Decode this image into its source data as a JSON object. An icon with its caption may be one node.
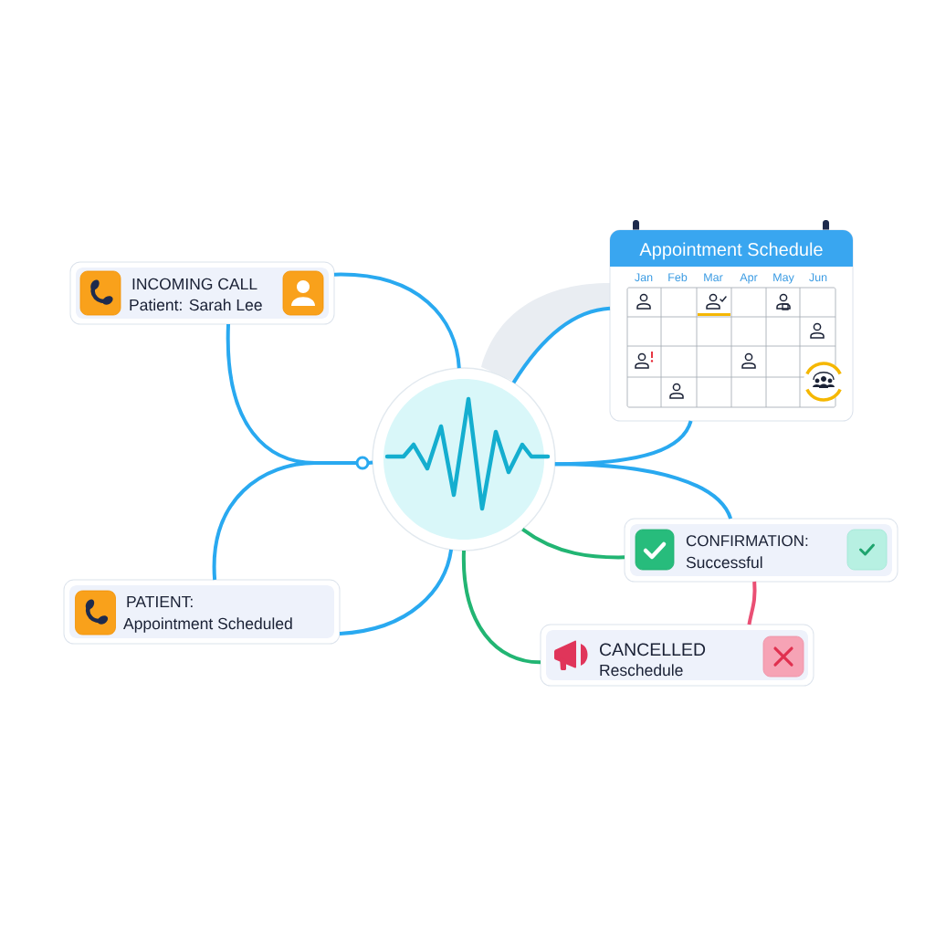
{
  "diagram": {
    "nodes": [
      {
        "text": [
          "INCOMING CALL",
          "Patient: Sarah Lee"
        ]
      },
      {
        "text": [
          "Appointment Schedule",
          "Jan",
          "Feb",
          "Mar",
          "Apr",
          "May",
          "Jun"
        ]
      },
      {
        "text": [],
        "shape": "circle"
      },
      {
        "text": [
          "CONFIRMATION:",
          "Successful"
        ]
      },
      {
        "text": [
          "PATIENT:",
          "Appointment Scheduled"
        ]
      },
      {
        "text": [
          "CANCELLED",
          "Reschedule"
        ]
      },
      {
        "text": [],
        "shape": "circle"
      }
    ],
    "edges": [
      {
        "from": 0,
        "to": 2,
        "arrow": "none"
      },
      {
        "from": 0,
        "to": 6,
        "arrow": "none"
      },
      {
        "from": 4,
        "to": 6,
        "arrow": "none"
      },
      {
        "from": 4,
        "to": 2,
        "arrow": "none"
      },
      {
        "from": 2,
        "to": 1,
        "arrow": "none"
      },
      {
        "from": 2,
        "to": 1,
        "arrow": "none"
      },
      {
        "from": 2,
        "to": 3,
        "arrow": "none"
      },
      {
        "from": 2,
        "to": 3,
        "arrow": "none",
        "color": "#22b573"
      },
      {
        "from": 2,
        "to": 5,
        "arrow": "none",
        "color": "#22b573"
      },
      {
        "from": 3,
        "to": 5,
        "arrow": "none",
        "color": "#ea4f74"
      },
      {
        "from": 6,
        "to": 2,
        "arrow": "none"
      }
    ]
  }
}
